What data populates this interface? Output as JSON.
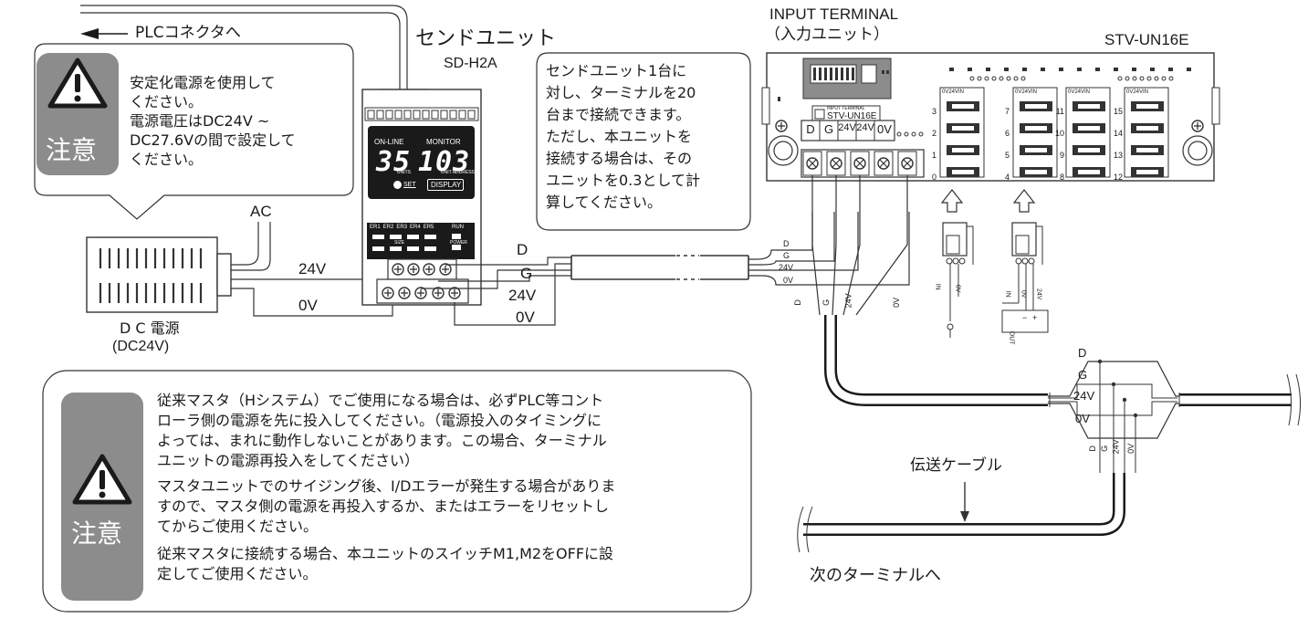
{
  "plc_arrow_label": "PLCコネクタへ",
  "send_unit": {
    "title": "センドユニット",
    "model": "SD-H2A",
    "online": "ON-LINE",
    "monitor": "MONITOR",
    "digits_left": "35",
    "digits_right": "103",
    "units": "UNITS",
    "unit_address": "UNIT ADDRESS",
    "set": "SET",
    "display": "DISPLAY",
    "leds": [
      "ER1",
      "ER2",
      "ER3",
      "ER4",
      "ER5"
    ],
    "run": "RUN",
    "size": "SIZE",
    "power": "POWER"
  },
  "caution1": {
    "word": "注意",
    "lines": [
      "安定化電源を使用して",
      "ください。",
      "電源電圧はDC24V ~",
      "DC27.6Vの間で設定して",
      "ください。"
    ]
  },
  "power_supply": {
    "ac": "AC",
    "label1": "D C 電源",
    "label2": "(DC24V)"
  },
  "wires": {
    "v24": "24V",
    "v0": "0V",
    "d": "D",
    "g": "G",
    "v24b": "24V",
    "v0b": "0V"
  },
  "note": {
    "lines": [
      "センドユニット1台に",
      "対し、ターミナルを20",
      "台まで接続できます。",
      "ただし、本ユニットを",
      "接続する場合は、その",
      "ユニットを0.3として計",
      "算してください。"
    ]
  },
  "terminal": {
    "title1": "INPUT TERMINAL",
    "title2": "（入力ユニット）",
    "model": "STV-UN16E",
    "plate_small": "INPUT TERMINAL",
    "plate_model": "STV-UN16E",
    "block": [
      "D",
      "G",
      "24V",
      "24V",
      "0V"
    ],
    "connector_head": "0V24VIN",
    "ch_col1": [
      "3",
      "2",
      "1",
      "0"
    ],
    "ch_col2": [
      "7",
      "6",
      "5",
      "4"
    ],
    "ch_col3": [
      "11",
      "10",
      "9",
      "8"
    ],
    "ch_col4": [
      "15",
      "14",
      "13",
      "12"
    ]
  },
  "bus_small": [
    "D",
    "G",
    "24V",
    "0V"
  ],
  "bus_vertical": [
    "D",
    "G",
    "24V",
    "0V"
  ],
  "sensor_labels": {
    "in": "IN",
    "ov": "0V",
    "v24": "24V",
    "minus": "−",
    "plus": "+",
    "out": "OUT"
  },
  "branch": {
    "d": "D",
    "g": "G",
    "v24": "24V",
    "v0": "0V"
  },
  "branch_vertical": [
    "D",
    "G",
    "24V",
    "0V"
  ],
  "cable_label": "伝送ケーブル",
  "next_label": "次のターミナルへ",
  "caution2": {
    "word": "注意",
    "para1": [
      "従来マスタ（Hシステム）でご使用になる場合は、必ずPLC等コント",
      "ローラ側の電源を先に投入してください。（電源投入のタイミングに",
      "よっては、まれに動作しないことがあります。この場合、ターミナル",
      "ユニットの電源再投入をしてください）"
    ],
    "para2": [
      "マスタユニットでのサイジング後、I/Dエラーが発生する場合がありま",
      "すので、マスタ側の電源を再投入するか、またはエラーをリセットし",
      "てからご使用ください。"
    ],
    "para3": [
      "従来マスタに接続する場合、本ユニットのスイッチM1,M2をOFFに設",
      "定してご使用ください。"
    ]
  }
}
